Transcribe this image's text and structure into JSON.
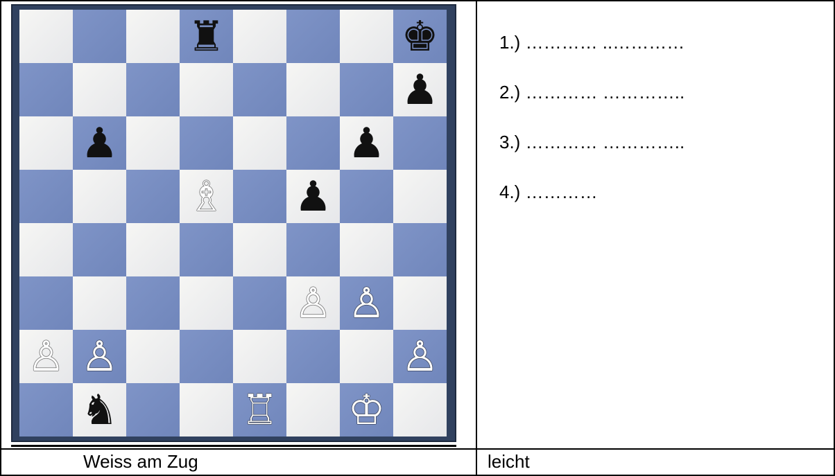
{
  "board": {
    "rows": [
      [
        {
          "piece": ""
        },
        {
          "piece": ""
        },
        {
          "piece": ""
        },
        {
          "piece": "♜",
          "color": "black",
          "name": "black-rook"
        },
        {
          "piece": ""
        },
        {
          "piece": ""
        },
        {
          "piece": ""
        },
        {
          "piece": "♚",
          "color": "black",
          "name": "black-king"
        }
      ],
      [
        {
          "piece": ""
        },
        {
          "piece": ""
        },
        {
          "piece": ""
        },
        {
          "piece": ""
        },
        {
          "piece": ""
        },
        {
          "piece": ""
        },
        {
          "piece": ""
        },
        {
          "piece": "♟",
          "color": "black",
          "name": "black-pawn"
        }
      ],
      [
        {
          "piece": ""
        },
        {
          "piece": "♟",
          "color": "black",
          "name": "black-pawn"
        },
        {
          "piece": ""
        },
        {
          "piece": ""
        },
        {
          "piece": ""
        },
        {
          "piece": ""
        },
        {
          "piece": "♟",
          "color": "black",
          "name": "black-pawn"
        },
        {
          "piece": ""
        }
      ],
      [
        {
          "piece": ""
        },
        {
          "piece": ""
        },
        {
          "piece": ""
        },
        {
          "piece": "♗",
          "color": "white",
          "name": "white-bishop"
        },
        {
          "piece": ""
        },
        {
          "piece": "♟",
          "color": "black",
          "name": "black-pawn"
        },
        {
          "piece": ""
        },
        {
          "piece": ""
        }
      ],
      [
        {
          "piece": ""
        },
        {
          "piece": ""
        },
        {
          "piece": ""
        },
        {
          "piece": ""
        },
        {
          "piece": ""
        },
        {
          "piece": ""
        },
        {
          "piece": ""
        },
        {
          "piece": ""
        }
      ],
      [
        {
          "piece": ""
        },
        {
          "piece": ""
        },
        {
          "piece": ""
        },
        {
          "piece": ""
        },
        {
          "piece": ""
        },
        {
          "piece": "♙",
          "color": "white",
          "name": "white-pawn"
        },
        {
          "piece": "♙",
          "color": "white",
          "name": "white-pawn"
        },
        {
          "piece": ""
        }
      ],
      [
        {
          "piece": "♙",
          "color": "white",
          "name": "white-pawn"
        },
        {
          "piece": "♙",
          "color": "white",
          "name": "white-pawn"
        },
        {
          "piece": ""
        },
        {
          "piece": ""
        },
        {
          "piece": ""
        },
        {
          "piece": ""
        },
        {
          "piece": ""
        },
        {
          "piece": "♙",
          "color": "white",
          "name": "white-pawn"
        }
      ],
      [
        {
          "piece": ""
        },
        {
          "piece": "♞",
          "color": "black",
          "name": "black-knight"
        },
        {
          "piece": ""
        },
        {
          "piece": ""
        },
        {
          "piece": "♖",
          "color": "white",
          "name": "white-rook"
        },
        {
          "piece": ""
        },
        {
          "piece": "♔",
          "color": "white",
          "name": "white-king"
        },
        {
          "piece": ""
        }
      ]
    ]
  },
  "moves": [
    "1.) …………  ..…………",
    "2.) …………  …………..",
    "3.) …………  …………..",
    "4.) …………"
  ],
  "caption_left": "Weiss am Zug",
  "caption_right": "leicht",
  "colors": {
    "light_square": "#eeeeee",
    "dark_square": "#7a8fc4",
    "frame": "#30415f"
  }
}
